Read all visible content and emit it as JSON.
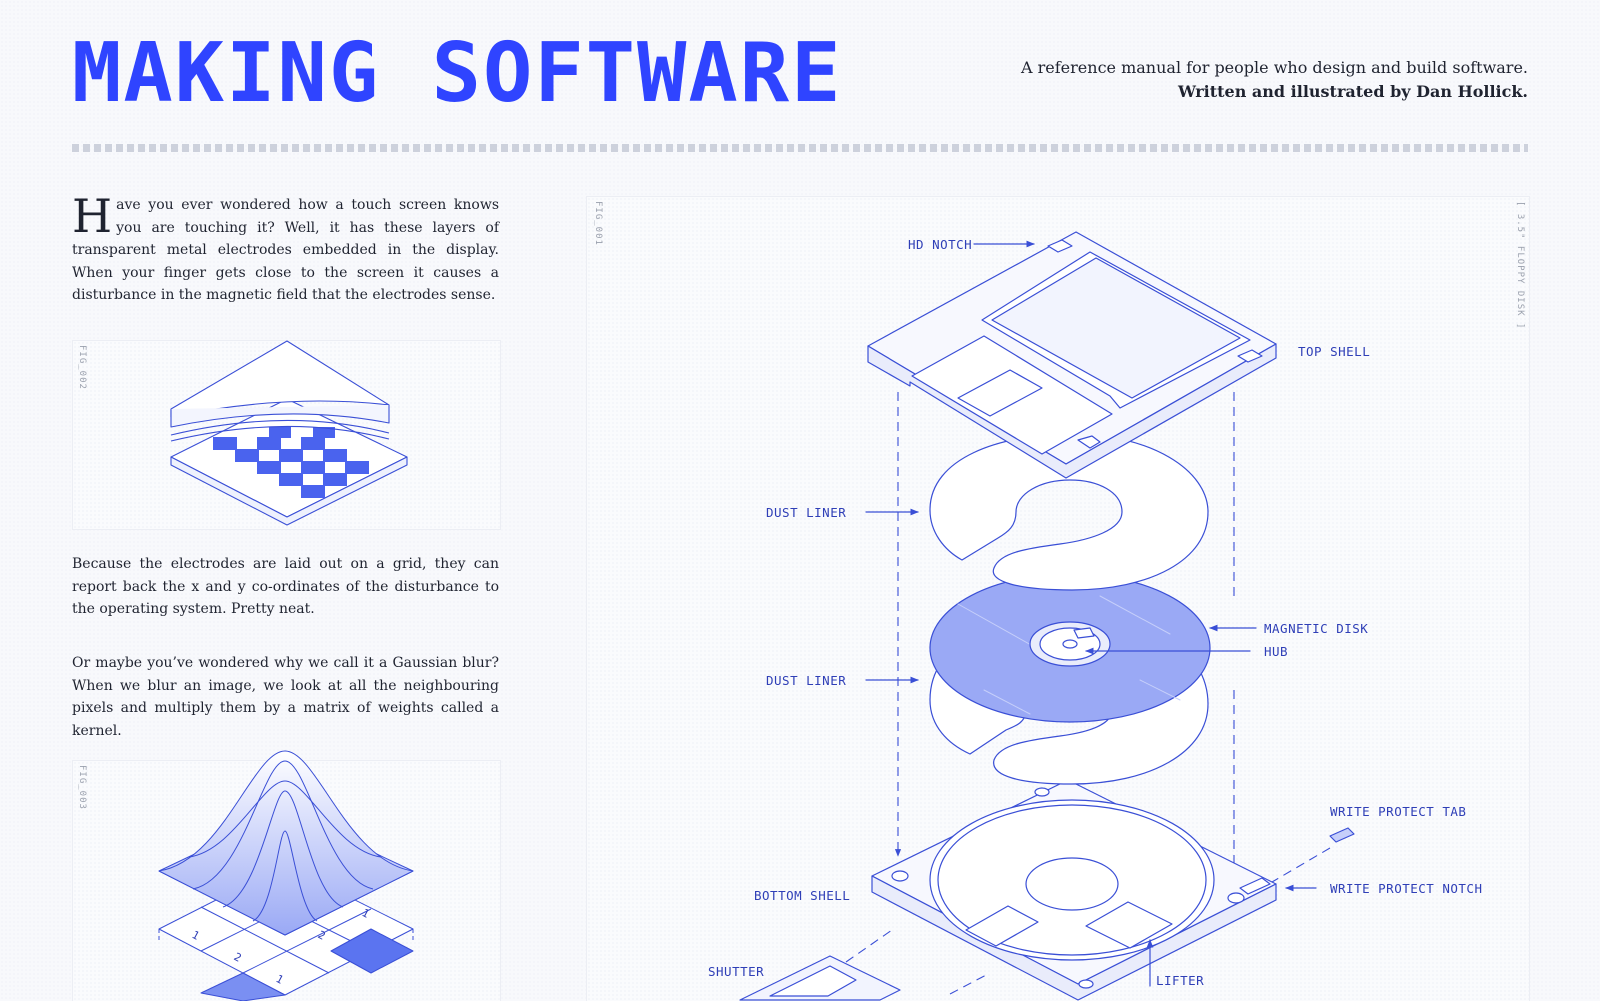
{
  "header": {
    "title": "MAKING SOFTWARE",
    "tagline": "A reference manual for people who design and build software.",
    "author": "Written and illustrated by Dan Hollick."
  },
  "article": {
    "intro_initial": "H",
    "intro_rest": "ave you ever wondered how a touch screen knows you are touching it? Well, it has these layers of transparent metal electrodes embedded in the display. When your finger gets close to the screen it causes a disturbance in the magnetic field that the electrodes sense.",
    "paragraph2": "Because the electrodes are laid out on a grid, they can report back the x and y co-ordinates of the disturbance to the operating system. Pretty neat.",
    "paragraph3": "Or maybe you’ve wondered why we call it a Gaussian blur? When we blur an image, we look at all the neighbouring pixels and multiply them by a matrix of weights called a kernel."
  },
  "figures": {
    "fig1_label": "FIG_001",
    "fig1_caption": "[ 3.5\" FLOPPY DISK ]",
    "fig2_label": "FIG_002",
    "fig3_label": "FIG_003",
    "kernel_values": [
      "1",
      "2",
      "1",
      "2",
      "1"
    ]
  },
  "floppy_labels": {
    "hd_notch": "HD NOTCH",
    "top_shell": "TOP SHELL",
    "dust_liner_top": "DUST LINER",
    "magnetic_disk": "MAGNETIC DISK",
    "hub": "HUB",
    "dust_liner_bottom": "DUST LINER",
    "write_protect_tab": "WRITE PROTECT TAB",
    "write_protect_notch": "WRITE PROTECT NOTCH",
    "bottom_shell": "BOTTOM SHELL",
    "shutter": "SHUTTER",
    "lifter": "LIFTER"
  },
  "colors": {
    "accent": "#2f44ff",
    "line": "#3a4fd6",
    "fill_blue": "#9aa9f5",
    "text": "#1f2330"
  }
}
